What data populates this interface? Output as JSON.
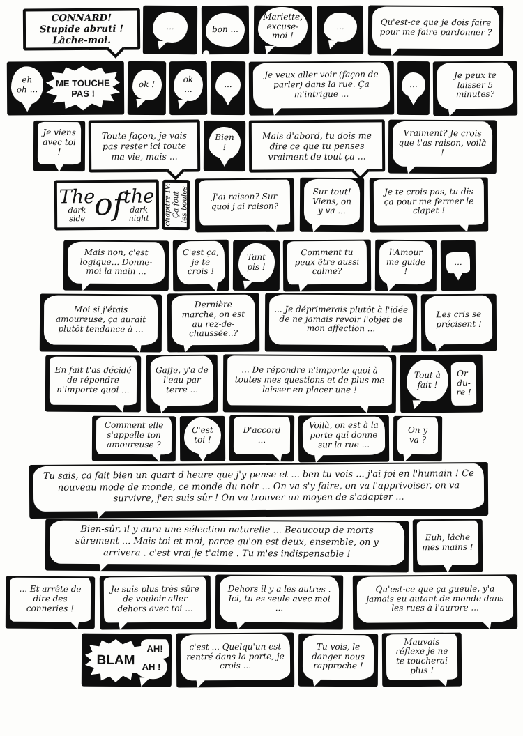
{
  "colors": {
    "ink": "#0e0e0e",
    "paper": "#fdfdfb"
  },
  "rows": [
    {
      "panels": [
        {
          "bubbles": [
            "CONNARD! Stupide abruti ! Lâche-moi."
          ]
        },
        {
          "bubbles": [
            "..."
          ]
        },
        {
          "bubbles": [
            "bon ..."
          ]
        },
        {
          "bubbles": [
            "Mariette, excuse-moi !"
          ]
        },
        {
          "bubbles": [
            "..."
          ]
        },
        {
          "bubbles": [
            "Qu'est-ce que je dois faire pour me faire pardonner ?"
          ]
        }
      ]
    },
    {
      "panels": [
        {
          "bubbles": [
            "eh oh ...",
            "ME TOUCHE PAS !"
          ]
        },
        {
          "bubbles": [
            "ok !"
          ]
        },
        {
          "bubbles": [
            "ok ..."
          ]
        },
        {
          "bubbles": [
            "..."
          ]
        },
        {
          "bubbles": [
            "Je veux aller voir (façon de parler) dans la rue. Ça m'intrigue ..."
          ]
        },
        {
          "bubbles": [
            "..."
          ]
        },
        {
          "bubbles": [
            "Je peux te laisser 5 minutes?"
          ]
        }
      ]
    },
    {
      "panels": [
        {
          "bubbles": [
            "Je viens avec toi !"
          ]
        },
        {
          "bubbles": [
            "Toute façon, je vais pas rester ici toute ma vie, mais ..."
          ]
        },
        {
          "bubbles": [
            "Bien !"
          ]
        },
        {
          "bubbles": [
            "Mais d'abord, tu dois me dire ce que tu penses vraiment de tout ça ..."
          ]
        },
        {
          "bubbles": [
            "Vraiment? Je crois que t'as raison, voilà !"
          ]
        }
      ]
    },
    {
      "panels": [
        {
          "title_parts": [
            "The",
            "dark\nside",
            "of",
            "the",
            "dark\nnight"
          ]
        },
        {
          "chapter_lines": [
            "chapitre IV:",
            "Ça fout",
            "les boules"
          ]
        },
        {
          "bubbles": [
            "J'ai raison? Sur quoi j'ai raison?"
          ]
        },
        {
          "bubbles": [
            "Sur tout! Viens, on y va ..."
          ]
        },
        {
          "bubbles": [
            "Je te crois pas, tu dis ça pour me fermer le clapet !"
          ]
        }
      ]
    },
    {
      "panels": [
        {
          "bubbles": [
            "Mais non, c'est logique... Donne-moi la main ..."
          ]
        },
        {
          "bubbles": [
            "C'est ça, je te crois !"
          ]
        },
        {
          "bubbles": [
            "Tant pis !"
          ]
        },
        {
          "bubbles": [
            "Comment tu peux être aussi calme?"
          ]
        },
        {
          "bubbles": [
            "l'Amour me guide !"
          ]
        },
        {
          "bubbles": [
            "..."
          ]
        }
      ]
    },
    {
      "panels": [
        {
          "bubbles": [
            "Moi si j'étais amoureuse, ça aurait plutôt tendance à ..."
          ]
        },
        {
          "bubbles": [
            "Dernière marche, on est au rez-de-chaussée..?"
          ]
        },
        {
          "bubbles": [
            "... Je déprimerais plutôt à l'idée de ne jamais revoir l'objet de mon affection ..."
          ]
        },
        {
          "bubbles": [
            "Les cris se précisent !"
          ]
        }
      ]
    },
    {
      "panels": [
        {
          "bubbles": [
            "En fait t'as décidé de répondre n'importe quoi ..."
          ]
        },
        {
          "bubbles": [
            "Gaffe, y'a de l'eau par terre ..."
          ]
        },
        {
          "bubbles": [
            "... De répondre n'importe quoi à toutes mes questions et de plus me laisser en placer une !"
          ]
        },
        {
          "bubbles": [
            "Tout à fait !",
            "Or-du-re !"
          ]
        }
      ]
    },
    {
      "panels": [
        {
          "bubbles": [
            "Comment elle s'appelle ton amoureuse ?"
          ]
        },
        {
          "bubbles": [
            "C'est toi !"
          ]
        },
        {
          "bubbles": [
            "D'accord ..."
          ]
        },
        {
          "bubbles": [
            "Voilà, on est à la porte qui donne sur la rue ..."
          ]
        },
        {
          "bubbles": [
            "On y va ?"
          ]
        }
      ]
    },
    {
      "panels": [
        {
          "bubbles": [
            "Tu sais, ça fait bien un quart d'heure que j'y pense et ... ben tu vois ... j'ai foi en l'humain ! Ce nouveau mode de monde, ce monde du noir ... On va s'y faire, on va l'apprivoiser, on va survivre, j'en suis sûr ! On va trouver un moyen de s'adapter ..."
          ]
        }
      ]
    },
    {
      "panels": [
        {
          "bubbles": [
            "Bien-sûr, il y aura une sélection naturelle ... Beaucoup de morts sûrement ... Mais toi et moi, parce qu'on est deux, ensemble, on y arrivera . c'est vrai je t'aime . Tu m'es indispensable !"
          ]
        },
        {
          "bubbles": [
            "Euh, lâche mes mains !"
          ]
        }
      ]
    },
    {
      "panels": [
        {
          "bubbles": [
            "... Et arrête de dire des conneries !"
          ]
        },
        {
          "bubbles": [
            "Je suis plus très sûre de vouloir aller dehors avec toi ..."
          ]
        },
        {
          "bubbles": [
            "Dehors il y a les autres . Ici, tu es seule avec moi ..."
          ]
        },
        {
          "bubbles": [
            "Qu'est-ce que ça gueule, y'a jamais eu autant de monde dans les rues à l'aurore ..."
          ]
        }
      ]
    },
    {
      "panels": [
        {
          "bubbles": [
            "BLAM",
            "AH!",
            "AH !"
          ]
        },
        {
          "bubbles": [
            "c'est ... Quelqu'un est rentré dans la porte, je crois ..."
          ]
        },
        {
          "bubbles": [
            "Tu vois, le danger nous rapproche !"
          ]
        },
        {
          "bubbles": [
            "Mauvais réflexe je ne te toucherai plus !"
          ]
        }
      ]
    }
  ]
}
